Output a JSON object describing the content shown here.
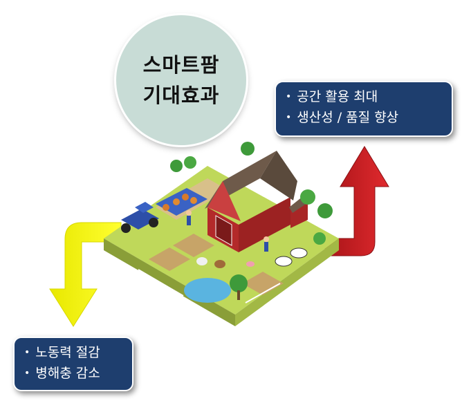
{
  "title": {
    "line1": "스마트팜",
    "line2": "기대효과"
  },
  "benefits_top": {
    "items": [
      "공간 활용 최대",
      "생산성 / 품질 향상"
    ]
  },
  "benefits_bottom": {
    "items": [
      "노동력 절감",
      "병해충 감소"
    ]
  },
  "colors": {
    "box_bg": "#1e3e6e",
    "circle_bg": "#c8dcd6",
    "arrow_up": "#c8191e",
    "arrow_down": "#f0f000",
    "grass": "#bfd85a"
  },
  "icons": {
    "up_arrow": "red-up-arrow",
    "down_arrow": "yellow-down-arrow",
    "illustration": "isometric-farm"
  }
}
